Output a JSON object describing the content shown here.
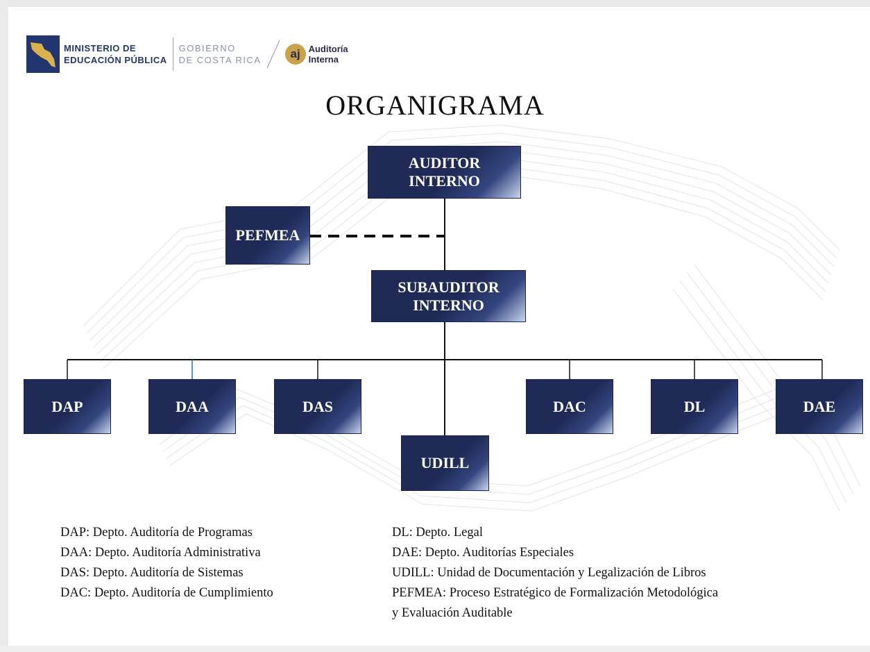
{
  "header": {
    "ministry_line1": "MINISTERIO DE",
    "ministry_line2": "EDUCACIÓN PÚBLICA",
    "gobierno_line1": "GOBIERNO",
    "gobierno_line2": "DE COSTA RICA",
    "auditoria_logo_letters": "aj",
    "auditoria_line1": "Auditoría",
    "auditoria_line2": "Interna"
  },
  "title": "ORGANIGRAMA",
  "org": {
    "auditor": "AUDITOR\nINTERNO",
    "pefmea": "PEFMEA",
    "subauditor": "SUBAUDITOR\nINTERNO",
    "departments": [
      "DAP",
      "DAA",
      "DAS",
      "DAC",
      "DL",
      "DAE"
    ],
    "udill": "UDILL"
  },
  "legend_left": [
    "DAP: Depto. Auditoría de Programas",
    "DAA: Depto. Auditoría Administrativa",
    "DAS: Depto. Auditoría de Sistemas",
    "DAC: Depto. Auditoría de Cumplimiento"
  ],
  "legend_right": [
    "DL: Depto. Legal",
    "DAE: Depto. Auditorías Especiales",
    "UDILL: Unidad de Documentación y Legalización  de Libros",
    "PEFMEA: Proceso Estratégico de Formalización Metodológica",
    "y Evaluación Auditable"
  ],
  "colors": {
    "box_fill": "#1f2a57",
    "brand_blue": "#23356e",
    "gold": "#c9a24a"
  }
}
